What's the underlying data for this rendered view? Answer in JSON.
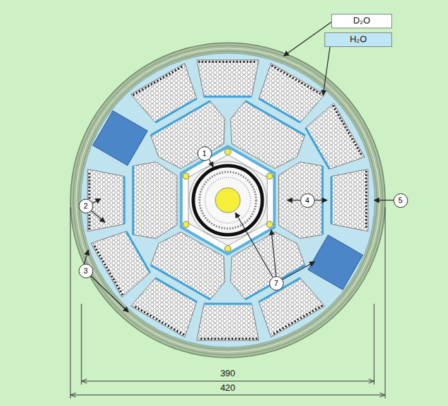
{
  "diagram": {
    "nodes": [
      {
        "text": [
          "D₂O"
        ]
      },
      {
        "text": [
          "H₂O"
        ]
      },
      {
        "text": [
          "1"
        ]
      },
      {
        "text": [
          "2"
        ]
      },
      {
        "text": [
          "4"
        ]
      },
      {
        "text": [
          "5"
        ]
      },
      {
        "text": [
          "3"
        ]
      },
      {
        "text": [
          "7"
        ]
      }
    ],
    "labels": [
      "390",
      "420"
    ]
  }
}
